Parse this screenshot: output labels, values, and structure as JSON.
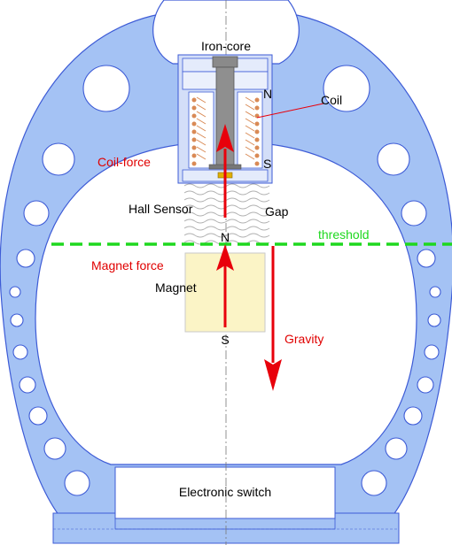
{
  "labels": {
    "iron_core": "Iron-core",
    "coil": "Coil",
    "pole_n_top": "N",
    "pole_s_top": "S",
    "coil_force": "Coil-force",
    "hall_sensor": "Hall Sensor",
    "gap": "Gap",
    "pole_n_magnet": "N",
    "threshold": "threshold",
    "magnet_force": "Magnet force",
    "magnet": "Magnet",
    "gravity": "Gravity",
    "pole_s_magnet": "S",
    "electronic_switch": "Electronic switch"
  },
  "colors": {
    "frame": "#a4c2f4",
    "frame_stroke": "#3d5bd6",
    "force_arrow": "#e8000b",
    "threshold_line": "#1ed81e",
    "magnet_fill": "#fbf4c6",
    "coil_winding": "#d98a55",
    "core_grey": "#8a8a8a",
    "red_text": "#e00000"
  }
}
